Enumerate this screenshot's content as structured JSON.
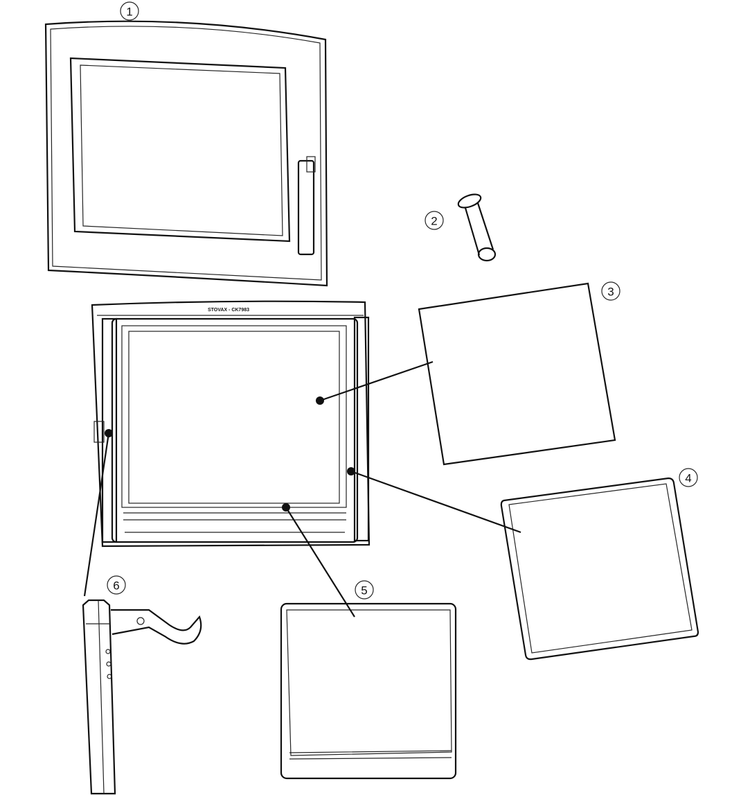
{
  "diagram": {
    "frame_label": "STOVAX - CK7983",
    "callouts": [
      "1",
      "2",
      "3",
      "4",
      "5",
      "6"
    ],
    "parts": [
      "door",
      "hinge-pin",
      "glass-panel",
      "glass-gasket",
      "glass-retainer",
      "hinge-bracket"
    ]
  }
}
